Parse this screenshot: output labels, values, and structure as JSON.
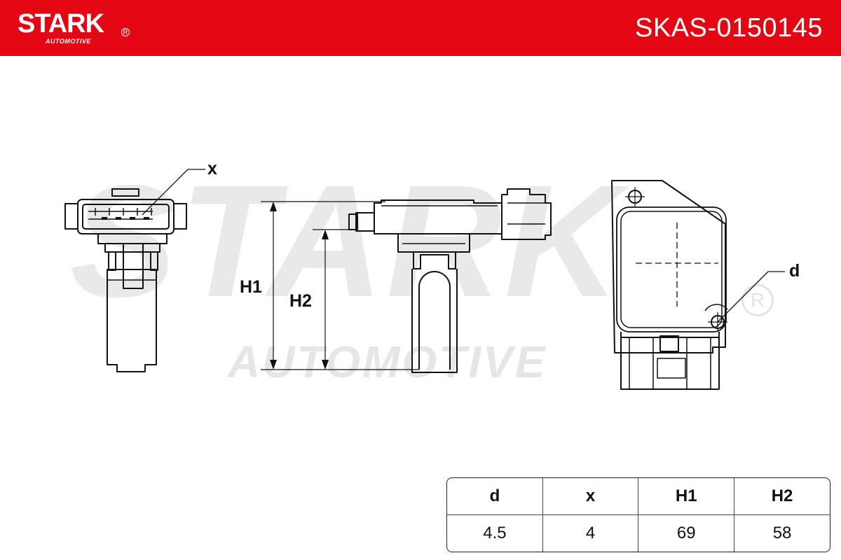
{
  "header": {
    "brand": "STARK",
    "brand_sub": "AUTOMOTIVE",
    "part_number": "SKAS-0150145",
    "accent_color": "#e30613"
  },
  "watermark": {
    "main": "STARK",
    "sub": "AUTOMOTIVE"
  },
  "diagram": {
    "labels": {
      "x": "x",
      "d": "d",
      "h1": "H1",
      "h2": "H2"
    }
  },
  "spec_table": {
    "headers": [
      "d",
      "x",
      "H1",
      "H2"
    ],
    "values": [
      "4.5",
      "4",
      "69",
      "58"
    ]
  }
}
